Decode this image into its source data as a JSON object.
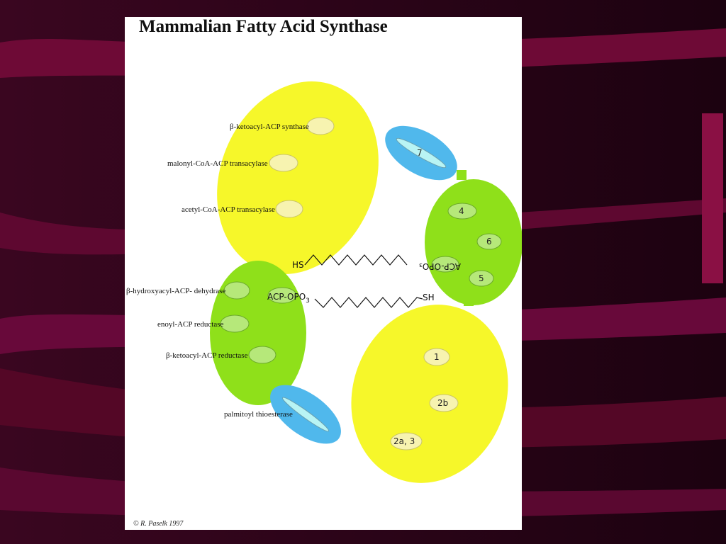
{
  "title": "Mammalian Fatty Acid Synthase",
  "copyright": "© R. Paselk 1997",
  "colors": {
    "background": "#2a0416",
    "ribbon": "#6e0a36",
    "page": "#ffffff",
    "large_domain": "#f6f72a",
    "small_domain": "#8fe01a",
    "acp_domain": "#50b8ec",
    "acp_core": "#b8f4f4",
    "site_fill": "#f7f3b0",
    "green_site_fill": "#b6e87a"
  },
  "left_subunit": {
    "upper_sites": [
      {
        "label": "β-ketoacyl-ACP synthase"
      },
      {
        "label": "malonyl-CoA-ACP transacylase"
      },
      {
        "label": "acetyl-CoA-ACP transacylase"
      }
    ],
    "middle_sites": [
      {
        "label": "β-hydroxyacyl-ACP- dehydrase"
      },
      {
        "label": "enoyl-ACP reductase"
      },
      {
        "label": "β-ketoacyl-ACP reductase"
      }
    ],
    "thioesterase": {
      "label": "palmitoyl thioesterase"
    }
  },
  "right_subunit": {
    "acp_number": "7",
    "middle_sites": [
      "4",
      "6",
      "5"
    ],
    "lower_sites": [
      "1",
      "2b",
      "2a, 3"
    ]
  },
  "chains": {
    "upper": {
      "start": "HS",
      "end": "ACP-OPO₃"
    },
    "lower": {
      "start": "ACP-OPO",
      "subscript": "3",
      "end": "SH"
    }
  }
}
